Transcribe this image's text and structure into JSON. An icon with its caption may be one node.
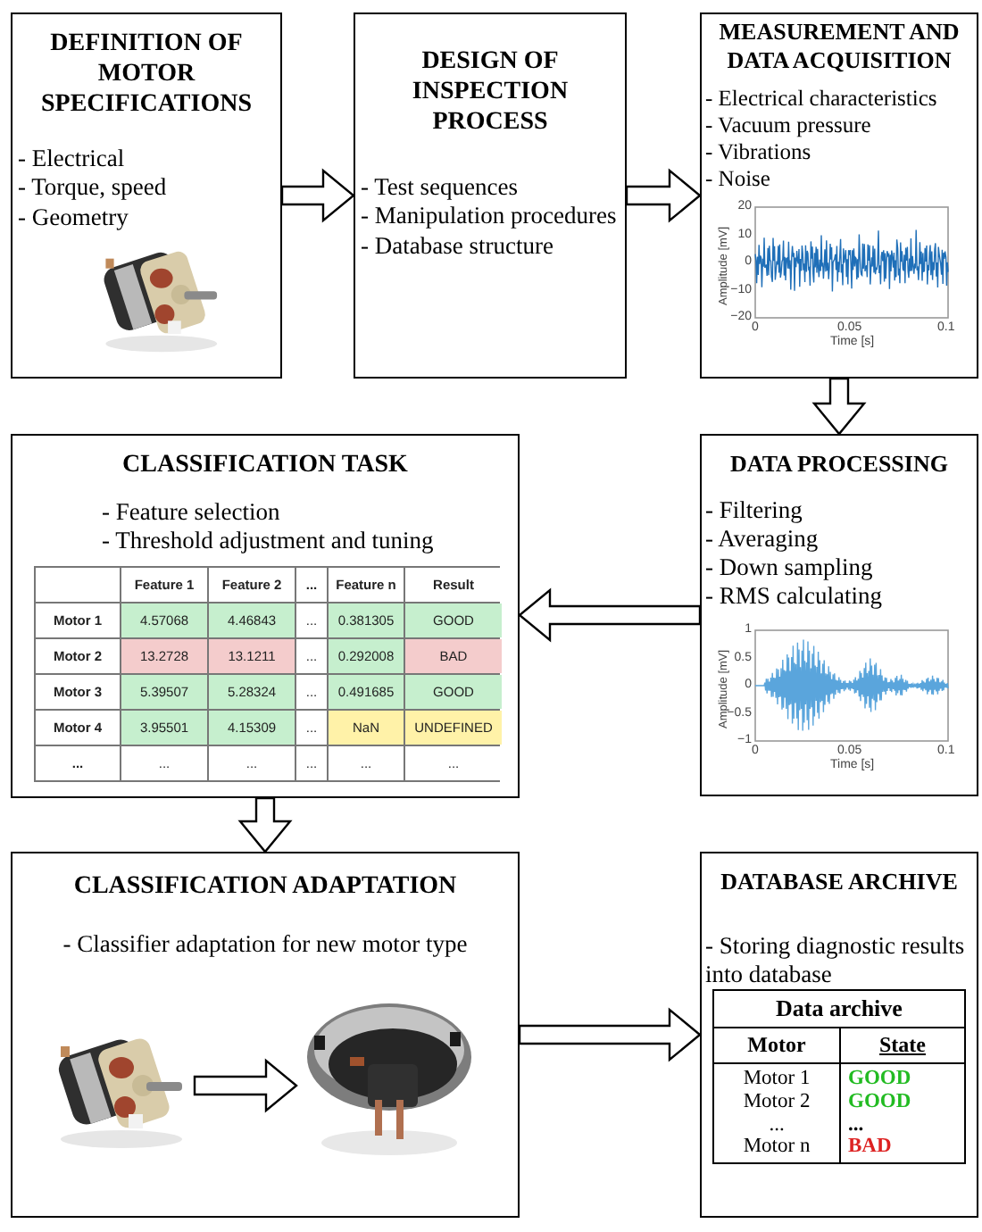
{
  "diagram": {
    "nodes": [
      {
        "text": [
          "DEFINITION OF MOTOR SPECIFICATIONS",
          "- Electrical",
          "- Torque, speed",
          "- Geometry"
        ]
      },
      {
        "text": [
          "DESIGN OF INSPECTION PROCESS",
          "- Test sequences",
          "- Manipulation procedures",
          "- Database structure"
        ]
      },
      {
        "text": [
          "MEASUREMENT AND DATA ACQUISITION",
          "- Electrical characteristics",
          "- Vacuum pressure",
          "- Vibrations",
          "- Noise"
        ]
      },
      {
        "text": [
          "CLASSIFICATION TASK",
          "- Feature selection",
          "- Threshold adjustment and tuning"
        ]
      },
      {
        "text": [
          "DATA PROCESSING",
          "- Filtering",
          "- Averaging",
          "- Down sampling",
          "- RMS calculating"
        ]
      },
      {
        "text": [
          "CLASSIFICATION ADAPTATION",
          "- Classifier adaptation for new motor type"
        ]
      },
      {
        "text": [
          "DATABASE ARCHIVE",
          "- Storing diagnostic results into database"
        ]
      },
      {
        "text": [],
        "shape": "picture",
        "in": 5
      },
      {
        "text": [],
        "shape": "picture",
        "in": 5
      }
    ],
    "edges": [
      {
        "from": 0,
        "to": 1,
        "arrow": "to"
      },
      {
        "from": 1,
        "to": 2,
        "arrow": "to"
      },
      {
        "from": 2,
        "to": 4,
        "arrow": "to"
      },
      {
        "from": 4,
        "to": 3,
        "arrow": "to"
      },
      {
        "from": 3,
        "to": 5,
        "arrow": "to"
      },
      {
        "from": 5,
        "to": 6,
        "arrow": "to"
      },
      {
        "from": 7,
        "to": 8,
        "arrow": "to"
      }
    ],
    "labels": [
      "20",
      "10",
      "0",
      "−10",
      "−20",
      "Amplitude [mV]",
      "0",
      "0.05",
      "0.1",
      "Time [s]",
      "Feature 1",
      "Feature 2",
      "...",
      "Feature n",
      "Result",
      "Motor 1",
      "4.57068",
      "4.46843",
      "...",
      "0.381305",
      "GOOD",
      "Motor 2",
      "13.2728",
      "13.1211",
      "...",
      "0.292008",
      "BAD",
      "Motor 3",
      "5.39507",
      "5.28324",
      "...",
      "0.491685",
      "GOOD",
      "Motor 4",
      "3.95501",
      "4.15309",
      "...",
      "NaN",
      "UNDEFINED",
      "...",
      "...",
      "...",
      "...",
      "...",
      "...",
      "1",
      "0.5",
      "0",
      "−0.5",
      "−1",
      "Amplitude [mV]",
      "0",
      "0.05",
      "0.1",
      "Time [s]",
      "Data archive",
      "Motor",
      "State",
      "Motor 1",
      "GOOD",
      "Motor 2",
      "GOOD",
      "...",
      "...",
      "Motor n",
      "BAD"
    ]
  }
}
